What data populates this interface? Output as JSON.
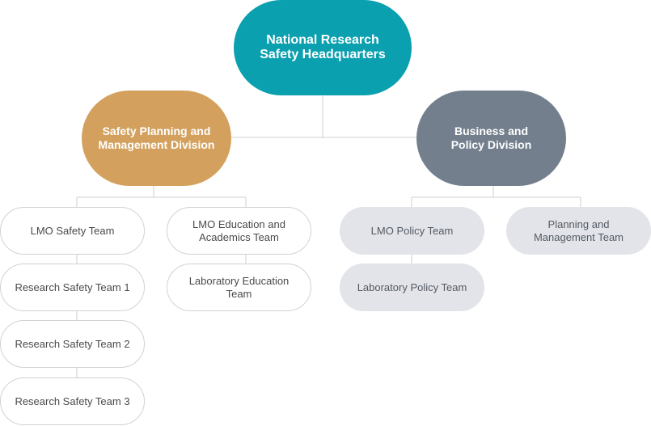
{
  "headquarters": {
    "label": "National Research\nSafety Headquarters",
    "color": "#0aa0af"
  },
  "divisions": [
    {
      "id": "safety",
      "label": "Safety Planning and\nManagement Division",
      "color": "#d3a15d"
    },
    {
      "id": "business",
      "label": "Business and\nPolicy Division",
      "color": "#737f8d"
    }
  ],
  "teams": {
    "lmo_safety": "LMO Safety Team",
    "research_1": "Research Safety Team 1",
    "research_2": "Research Safety Team 2",
    "research_3": "Research Safety Team 3",
    "lmo_education": "LMO Education and\nAcademics Team",
    "lab_education": "Laboratory Education\nTeam",
    "lmo_policy": "LMO Policy Team",
    "lab_policy": "Laboratory Policy Team",
    "planning": "Planning and\nManagement Team"
  },
  "colors": {
    "connector": "#cfcfcf",
    "team_outline": "#d2d2d2",
    "team_fill": "#e2e4ea"
  }
}
